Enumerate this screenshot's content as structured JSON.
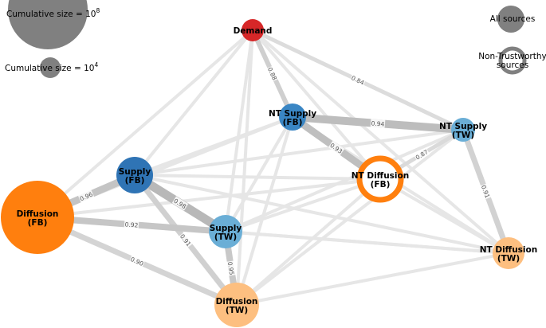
{
  "nodes": {
    "demand": {
      "line1": "Demand",
      "line2": "",
      "color": "#d62728",
      "hollow": false
    },
    "nt_supply_fb": {
      "line1": "NT Supply",
      "line2": "(FB)",
      "color": "#3a86c4",
      "hollow": false
    },
    "nt_supply_tw": {
      "line1": "NT Supply",
      "line2": "(TW)",
      "color": "#6aaed6",
      "hollow": false
    },
    "supply_fb": {
      "line1": "Supply",
      "line2": "(FB)",
      "color": "#2f74b5",
      "hollow": false
    },
    "nt_diff_fb": {
      "line1": "NT Diffusion",
      "line2": "(FB)",
      "color": "#ff7f0e",
      "hollow": true
    },
    "diffusion_fb": {
      "line1": "Diffusion",
      "line2": "(FB)",
      "color": "#ff7f0e",
      "hollow": false
    },
    "supply_tw": {
      "line1": "Supply",
      "line2": "(TW)",
      "color": "#6aaed6",
      "hollow": false
    },
    "nt_diff_tw": {
      "line1": "NT Diffusion",
      "line2": "(TW)",
      "color": "#fdbf80",
      "hollow": false
    },
    "diffusion_tw": {
      "line1": "Diffusion",
      "line2": "(TW)",
      "color": "#fdbf80",
      "hollow": false
    }
  },
  "edge_labels": {
    "demand_ntsupplyfb": "0.88",
    "demand_ntsupplytw": "0.84",
    "ntsupplyfb_ntsupplytw": "0.94",
    "ntsupplyfb_ntdifffb": "0.93",
    "ntsupplytw_ntdifffb": "0.87",
    "ntsupplytw_ntdifftw": "0.91",
    "supplyfb_difffb": "0.96",
    "supplyfb_supplytw": "0.98",
    "supplyfb_difftw": "0.91",
    "difffb_supplytw": "0.92",
    "difffb_difftw": "0.90",
    "supplytw_difftw": "0.95"
  },
  "legend": {
    "cum_large_text": "Cumulative size = 10",
    "cum_large_exp": "8",
    "cum_small_text": "Cumulative size = 10",
    "cum_small_exp": "4",
    "all_sources": "All sources",
    "non_trust_line1": "Non-Trustworthy",
    "non_trust_line2": "sources",
    "gray": "#808080"
  }
}
